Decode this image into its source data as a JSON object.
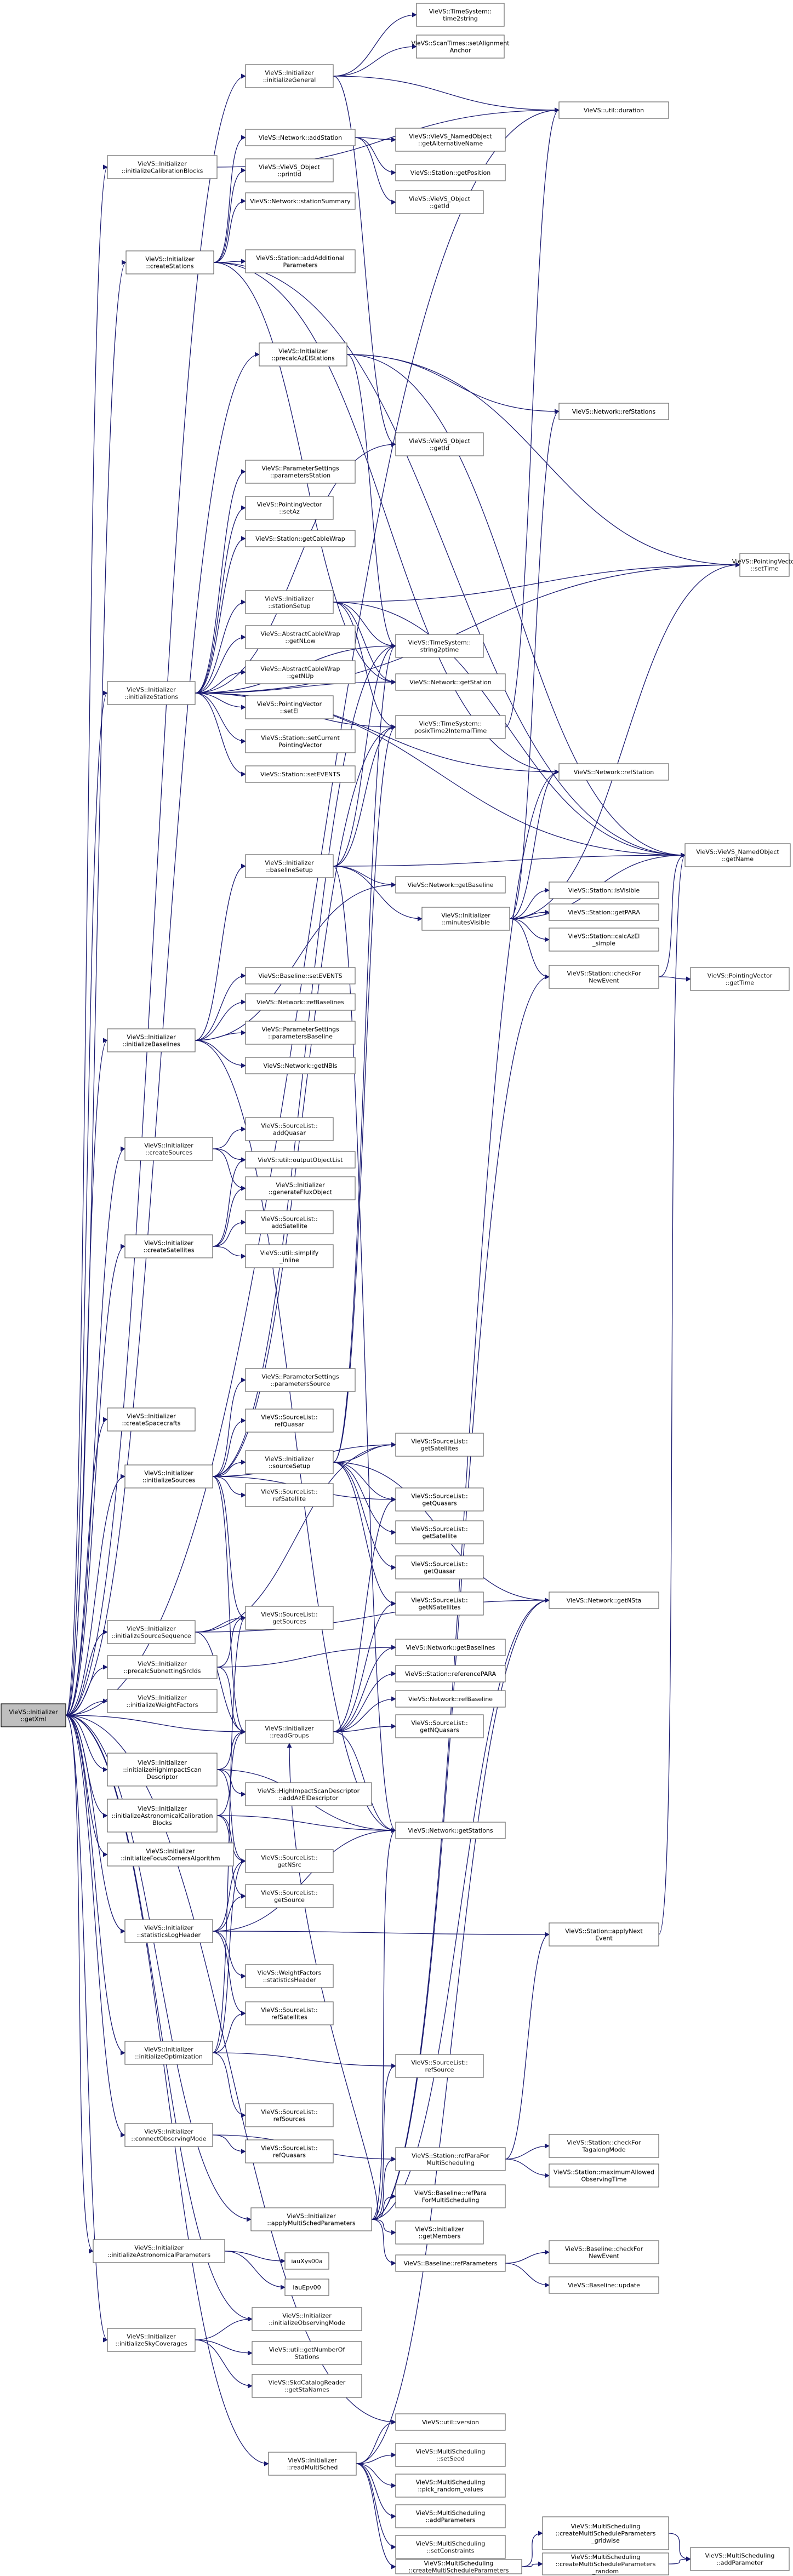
{
  "colors": {
    "edge": "#191970",
    "node_border": "#666666",
    "root_fill": "#bfbfbf"
  },
  "nodes": {
    "root": [
      "VieVS::Initializer",
      "::getXml"
    ],
    "initGeneral": [
      "VieVS::Initializer",
      "::initializeGeneral"
    ],
    "tsTime": [
      "VieVS::TimeSystem::",
      "time2string"
    ],
    "scanAlign": [
      "VieVS::ScanTimes::setAlignment",
      "Anchor"
    ],
    "utilDuration": [
      "VieVS::util::duration"
    ],
    "initCalib": [
      "VieVS::Initializer",
      "::initializeCalibrationBlocks"
    ],
    "netAddStation": [
      "VieVS::Network::addStation"
    ],
    "namedAlt": [
      "VieVS::VieVS_NamedObject",
      "::getAlternativeName"
    ],
    "stGetPosition": [
      "VieVS::Station::getPosition"
    ],
    "objGetId2": [
      "VieVS::VieVS_Object",
      "::getId"
    ],
    "objPrintId": [
      "VieVS::VieVS_Object",
      "::printId"
    ],
    "createStations": [
      "VieVS::Initializer",
      "::createStations"
    ],
    "netSummary": [
      "VieVS::Network::stationSummary"
    ],
    "stAddAdd": [
      "VieVS::Station::addAdditional",
      "Parameters"
    ],
    "precalcAz": [
      "VieVS::Initializer",
      "::precalcAzElStations"
    ],
    "netRefStations": [
      "VieVS::Network::refStations"
    ],
    "objGetId": [
      "VieVS::VieVS_Object",
      "::getId"
    ],
    "psPrintedStation": [
      "VieVS::ParameterSettings",
      "::parametersStation"
    ],
    "pvSetAz": [
      "VieVS::PointingVector",
      "::setAz"
    ],
    "stGetCableWrap": [
      "VieVS::Station::getCableWrap"
    ],
    "pvSetTime": [
      "VieVS::PointingVector",
      "::setTime"
    ],
    "stationSetup": [
      "VieVS::Initializer",
      "::stationSetup"
    ],
    "acwGetNLow": [
      "VieVS::AbstractCableWrap",
      "::getNLow"
    ],
    "acwGetNUp": [
      "VieVS::AbstractCableWrap",
      "::getNUp"
    ],
    "tsString2": [
      "VieVS::TimeSystem::",
      "string2ptime"
    ],
    "pvSetEl": [
      "VieVS::PointingVector",
      "::setEl"
    ],
    "netGetStation": [
      "VieVS::Network::getStation"
    ],
    "initStations": [
      "VieVS::Initializer",
      "::initializeStations"
    ],
    "stSetCurrent": [
      "VieVS::Station::setCurrent",
      "PointingVector"
    ],
    "tsPosix": [
      "VieVS::TimeSystem::",
      "posixTime2InternalTime"
    ],
    "stSetEvents": [
      "VieVS::Station::setEVENTS"
    ],
    "netRefStation": [
      "VieVS::Network::refStation"
    ],
    "namedGetName": [
      "VieVS::VieVS_NamedObject",
      "::getName"
    ],
    "baselineSetup": [
      "VieVS::Initializer",
      "::baselineSetup"
    ],
    "netGetBaseline": [
      "VieVS::Network::getBaseline"
    ],
    "minutesVisible": [
      "VieVS::Initializer",
      "::minutesVisible"
    ],
    "stIsVisible": [
      "VieVS::Station::isVisible"
    ],
    "stGetPara": [
      "VieVS::Station::getPARA"
    ],
    "stCalcAz": [
      "VieVS::Station::calcAzEl",
      "_simple"
    ],
    "stCheckNew": [
      "VieVS::Station::checkFor",
      "NewEvent"
    ],
    "pvGetTime": [
      "VieVS::PointingVector",
      "::getTime"
    ],
    "blSetEvents": [
      "VieVS::Baseline::setEVENTS"
    ],
    "netRefBaselines": [
      "VieVS::Network::refBaselines"
    ],
    "initBaselines": [
      "VieVS::Initializer",
      "::initializeBaselines"
    ],
    "psPrintedBaseline": [
      "VieVS::ParameterSettings",
      "::parametersBaseline"
    ],
    "netGetNBls": [
      "VieVS::Network::getNBls"
    ],
    "slAddQuasar": [
      "VieVS::SourceList::",
      "addQuasar"
    ],
    "createSources": [
      "VieVS::Initializer",
      "::createSources"
    ],
    "utilOutputObj": [
      "VieVS::util::outputObjectList"
    ],
    "genFlux": [
      "VieVS::Initializer",
      "::generateFluxObject"
    ],
    "slAddSat": [
      "VieVS::SourceList::",
      "addSatellite"
    ],
    "createSats": [
      "VieVS::Initializer",
      "::createSatellites"
    ],
    "utilSimplify": [
      "VieVS::util::simplify",
      "_inline"
    ],
    "createSpace": [
      "VieVS::Initializer",
      "::createSpacecrafts"
    ],
    "psPrintedSource": [
      "VieVS::ParameterSettings",
      "::parametersSource"
    ],
    "slRefQuasar": [
      "VieVS::SourceList::",
      "refQuasar"
    ],
    "initSources": [
      "VieVS::Initializer",
      "::initializeSources"
    ],
    "sourceSetup": [
      "VieVS::Initializer",
      "::sourceSetup"
    ],
    "slGetSatellites": [
      "VieVS::SourceList::",
      "getSatellites"
    ],
    "slRefSatellite": [
      "VieVS::SourceList::",
      "refSatellite"
    ],
    "slGetQuasars": [
      "VieVS::SourceList::",
      "getQuasars"
    ],
    "slGetSatellite": [
      "VieVS::SourceList::",
      "getSatellite"
    ],
    "slGetQuasar": [
      "VieVS::SourceList::",
      "getQuasar"
    ],
    "slGetNSat": [
      "VieVS::SourceList::",
      "getNSatellites"
    ],
    "netGetNSta": [
      "VieVS::Network::getNSta"
    ],
    "initSrcSeq": [
      "VieVS::Initializer",
      "::initializeSourceSequence"
    ],
    "slGetSources": [
      "VieVS::SourceList::",
      "getSources"
    ],
    "netGetBaselines": [
      "VieVS::Network::getBaselines"
    ],
    "precalcSubnet": [
      "VieVS::Initializer",
      "::precalcSubnettingSrcIds"
    ],
    "stRefPara": [
      "VieVS::Station::referencePARA"
    ],
    "initWeight": [
      "VieVS::Initializer",
      "::initializeWeightFactors"
    ],
    "readGroups": [
      "VieVS::Initializer",
      "::readGroups"
    ],
    "netRefBaseline": [
      "VieVS::Network::refBaseline"
    ],
    "slGetNQuasars": [
      "VieVS::SourceList::",
      "getNQuasars"
    ],
    "initHighImpact": [
      "VieVS::Initializer",
      "::initializeHighImpactScan",
      "Descriptor"
    ],
    "hiAddAzEl": [
      "VieVS::HighImpactScanDescriptor",
      "::addAzElDescriptor"
    ],
    "initAstroCalib": [
      "VieVS::Initializer",
      "::initializeAstronomicalCalibration",
      "Blocks"
    ],
    "netGetStations": [
      "VieVS::Network::getStations"
    ],
    "slGetNSrc": [
      "VieVS::SourceList::",
      "getNSrc"
    ],
    "initFocus": [
      "VieVS::Initializer",
      "::initializeFocusCornersAlgorithm"
    ],
    "slGetSource": [
      "VieVS::SourceList::",
      "getSource"
    ],
    "statLog": [
      "VieVS::Initializer",
      "::statisticsLogHeader"
    ],
    "stApplyNext": [
      "VieVS::Station::applyNext",
      "Event"
    ],
    "wfStatHeader": [
      "VieVS::WeightFactors",
      "::statisticsHeader"
    ],
    "slRefSatellites": [
      "VieVS::SourceList::",
      "refSatellites"
    ],
    "initOpt": [
      "VieVS::Initializer",
      "::initializeOptimization"
    ],
    "slRefSource": [
      "VieVS::SourceList::",
      "refSource"
    ],
    "slRefSources": [
      "VieVS::SourceList::",
      "refSources"
    ],
    "connectObs": [
      "VieVS::Initializer",
      "::connectObservingMode"
    ],
    "slRefQuasars": [
      "VieVS::SourceList::",
      "refQuasars"
    ],
    "stRefParaMulti": [
      "VieVS::Station::refParaFor",
      "MultiScheduling"
    ],
    "stCheckTagalong": [
      "VieVS::Station::checkFor",
      "TagalongMode"
    ],
    "stMaxObs": [
      "VieVS::Station::maximumAllowed",
      "ObservingTime"
    ],
    "blRefParaMulti": [
      "VieVS::Baseline::refPara",
      "ForMultiScheduling"
    ],
    "applyMulti": [
      "VieVS::Initializer",
      "::applyMultiSchedParameters"
    ],
    "initGetMembers": [
      "VieVS::Initializer",
      "::getMembers"
    ],
    "blRefParameters": [
      "VieVS::Baseline::refParameters"
    ],
    "blCheckNew": [
      "VieVS::Baseline::checkFor",
      "NewEvent"
    ],
    "blUpdate": [
      "VieVS::Baseline::update"
    ],
    "initAstroParams": [
      "VieVS::Initializer",
      "::initializeAstronomicalParameters"
    ],
    "iauXys00a": [
      "iauXys00a"
    ],
    "iauEpv00": [
      "iauEpv00"
    ],
    "initObsMode": [
      "VieVS::Initializer",
      "::initializeObservingMode"
    ],
    "initSky": [
      "VieVS::Initializer",
      "::initializeSkyCoverages"
    ],
    "utilNumStations": [
      "VieVS::util::getNumberOf",
      "Stations"
    ],
    "skdGetStaNames": [
      "VieVS::SkdCatalogReader",
      "::getStaNames"
    ],
    "utilVersion": [
      "VieVS::util::version"
    ],
    "msSetSeed": [
      "VieVS::MultiScheduling",
      "::setSeed"
    ],
    "msPickRandom": [
      "VieVS::MultiScheduling",
      "::pick_random_values"
    ],
    "readMulti": [
      "VieVS::Initializer",
      "::readMultiSched"
    ],
    "msAddParameters": [
      "VieVS::MultiScheduling",
      "::addParameters"
    ],
    "msSetConstraints": [
      "VieVS::MultiScheduling",
      "::setConstraints"
    ],
    "msCreateGridwise": [
      "VieVS::MultiScheduling",
      "::createMultiScheduleParameters",
      "_gridwise"
    ],
    "msCreate": [
      "VieVS::MultiScheduling",
      "::createMultiScheduleParameters"
    ],
    "msAddParameter": [
      "VieVS::MultiScheduling",
      "::addParameter"
    ],
    "msCreateRandom": [
      "VieVS::MultiScheduling",
      "::createMultiScheduleParameters",
      "_random"
    ]
  }
}
